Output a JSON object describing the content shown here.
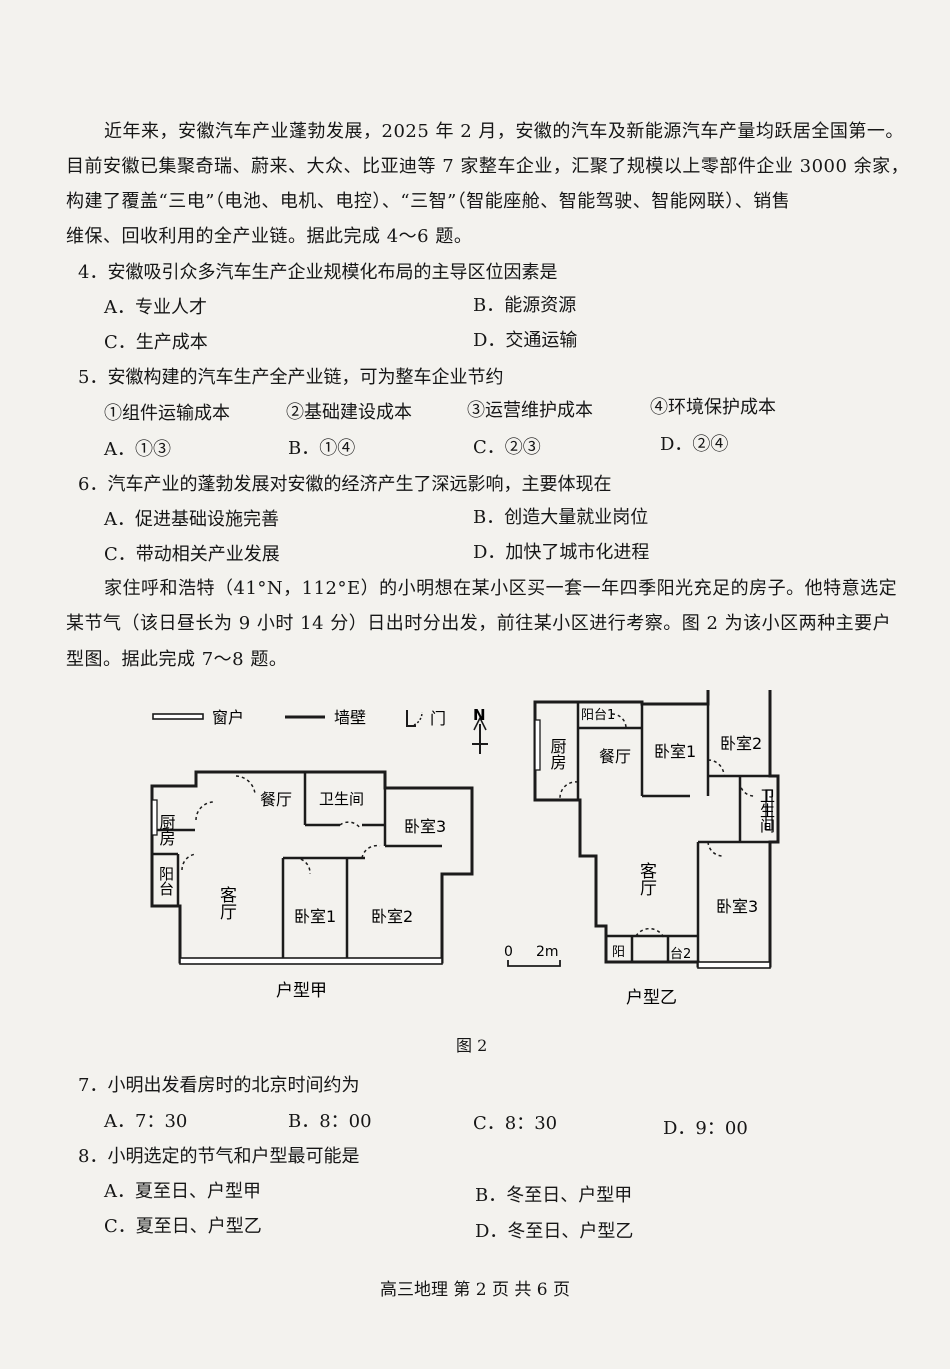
{
  "passage1": {
    "lines": [
      "近年来，安徽汽车产业蓬勃发展，2025 年 2 月，安徽的汽车及新能源汽车产量均跃居全国第一。",
      "目前安徽已集聚奇瑞、蔚来、大众、比亚迪等 7 家整车企业，汇聚了规模以上零部件企业 3000 余家，",
      "构建了覆盖“三电”（电池、电机、电控）、“三智”（智能座舱、智能驾驶、智能网联）、销售",
      "维保、回收利用的全产业链。据此完成 4～6 题。"
    ]
  },
  "q4": {
    "stem": "4．安徽吸引众多汽车生产企业规模化布局的主导区位因素是",
    "A": "A．专业人才",
    "B": "B．能源资源",
    "C": "C．生产成本",
    "D": "D．交通运输"
  },
  "q5": {
    "stem": "5．安徽构建的汽车生产全产业链，可为整车企业节约",
    "items": [
      "①组件运输成本",
      "②基础建设成本",
      "③运营维护成本",
      "④环境保护成本"
    ],
    "A": "A．①③",
    "B": "B．①④",
    "C": "C．②③",
    "D": "D．②④"
  },
  "q6": {
    "stem": "6．汽车产业的蓬勃发展对安徽的经济产生了深远影响，主要体现在",
    "A": "A．促进基础设施完善",
    "B": "B．创造大量就业岗位",
    "C": "C．带动相关产业发展",
    "D": "D．加快了城市化进程"
  },
  "passage2": {
    "lines": [
      "家住呼和浩特（41°N，112°E）的小明想在某小区买一套一年四季阳光充足的房子。他特意选定",
      "某节气（该日昼长为 9 小时 14 分）日出时分出发，前往某小区进行考察。图 2 为该小区两种主要户",
      "型图。据此完成 7～8 题。"
    ]
  },
  "figure": {
    "legend": {
      "window": "窗户",
      "wall": "墙壁",
      "door": "门",
      "north": "N"
    },
    "planA": {
      "title": "户型甲",
      "rooms": {
        "kitchen": "厨房",
        "dining": "餐厅",
        "bath": "卫生间",
        "bed3": "卧室3",
        "balcony": "阳台",
        "living": "客厅",
        "bed1": "卧室1",
        "bed2": "卧室2"
      }
    },
    "planB": {
      "title": "户型乙",
      "rooms": {
        "balcony1": "阳台1",
        "kitchen": "厨房",
        "dining": "餐厅",
        "bed1": "卧室1",
        "bed2": "卧室2",
        "bath": "卫生间",
        "living": "客厅",
        "bed3": "卧室3",
        "balcony2a": "阳",
        "balcony2b": "台2"
      }
    },
    "scale": {
      "zero": "0",
      "label": "2m"
    },
    "caption": "图 2"
  },
  "q7": {
    "stem": "7．小明出发看房时的北京时间约为",
    "A": "A．7：30",
    "B": "B．8：00",
    "C": "C．8：30",
    "D": "D．9：00"
  },
  "q8": {
    "stem": "8．小明选定的节气和户型最可能是",
    "A": "A．夏至日、户型甲",
    "B": "B．冬至日、户型甲",
    "C": "C．夏至日、户型乙",
    "D": "D．冬至日、户型乙"
  },
  "footer": "高三地理 第 2 页 共 6 页"
}
